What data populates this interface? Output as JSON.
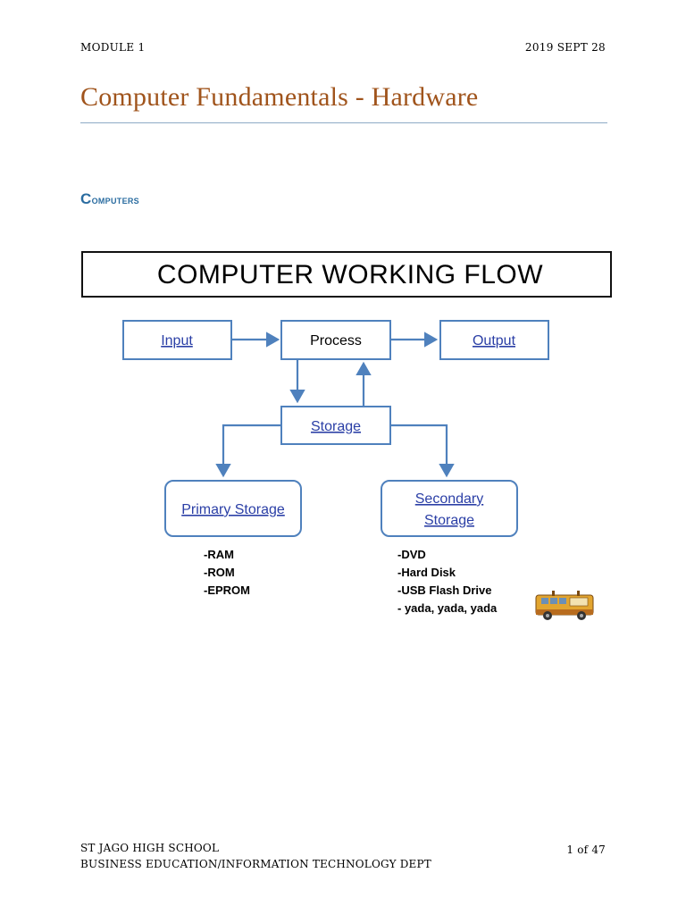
{
  "header": {
    "module": "MODULE 1",
    "date": "2019 SEPT 28"
  },
  "title": "Computer Fundamentals - Hardware",
  "section": {
    "first_letter": "C",
    "rest": "omputers"
  },
  "diagram": {
    "title": "COMPUTER WORKING FLOW",
    "nodes": {
      "input": "Input",
      "process": "Process",
      "output": "Output",
      "storage": "Storage",
      "primary": "Primary Storage",
      "secondary_line1": "Secondary",
      "secondary_line2": "Storage"
    },
    "primary_items": [
      "-RAM",
      "-ROM",
      "-EPROM"
    ],
    "secondary_items": [
      "-DVD",
      "-Hard Disk",
      "-USB Flash Drive",
      "- yada, yada, yada"
    ],
    "line_color": "#4f81bd"
  },
  "footer": {
    "school": "ST JAGO HIGH SCHOOL",
    "dept": "BUSINESS EDUCATION/INFORMATION TECHNOLOGY DEPT",
    "page": "1 of 47"
  }
}
